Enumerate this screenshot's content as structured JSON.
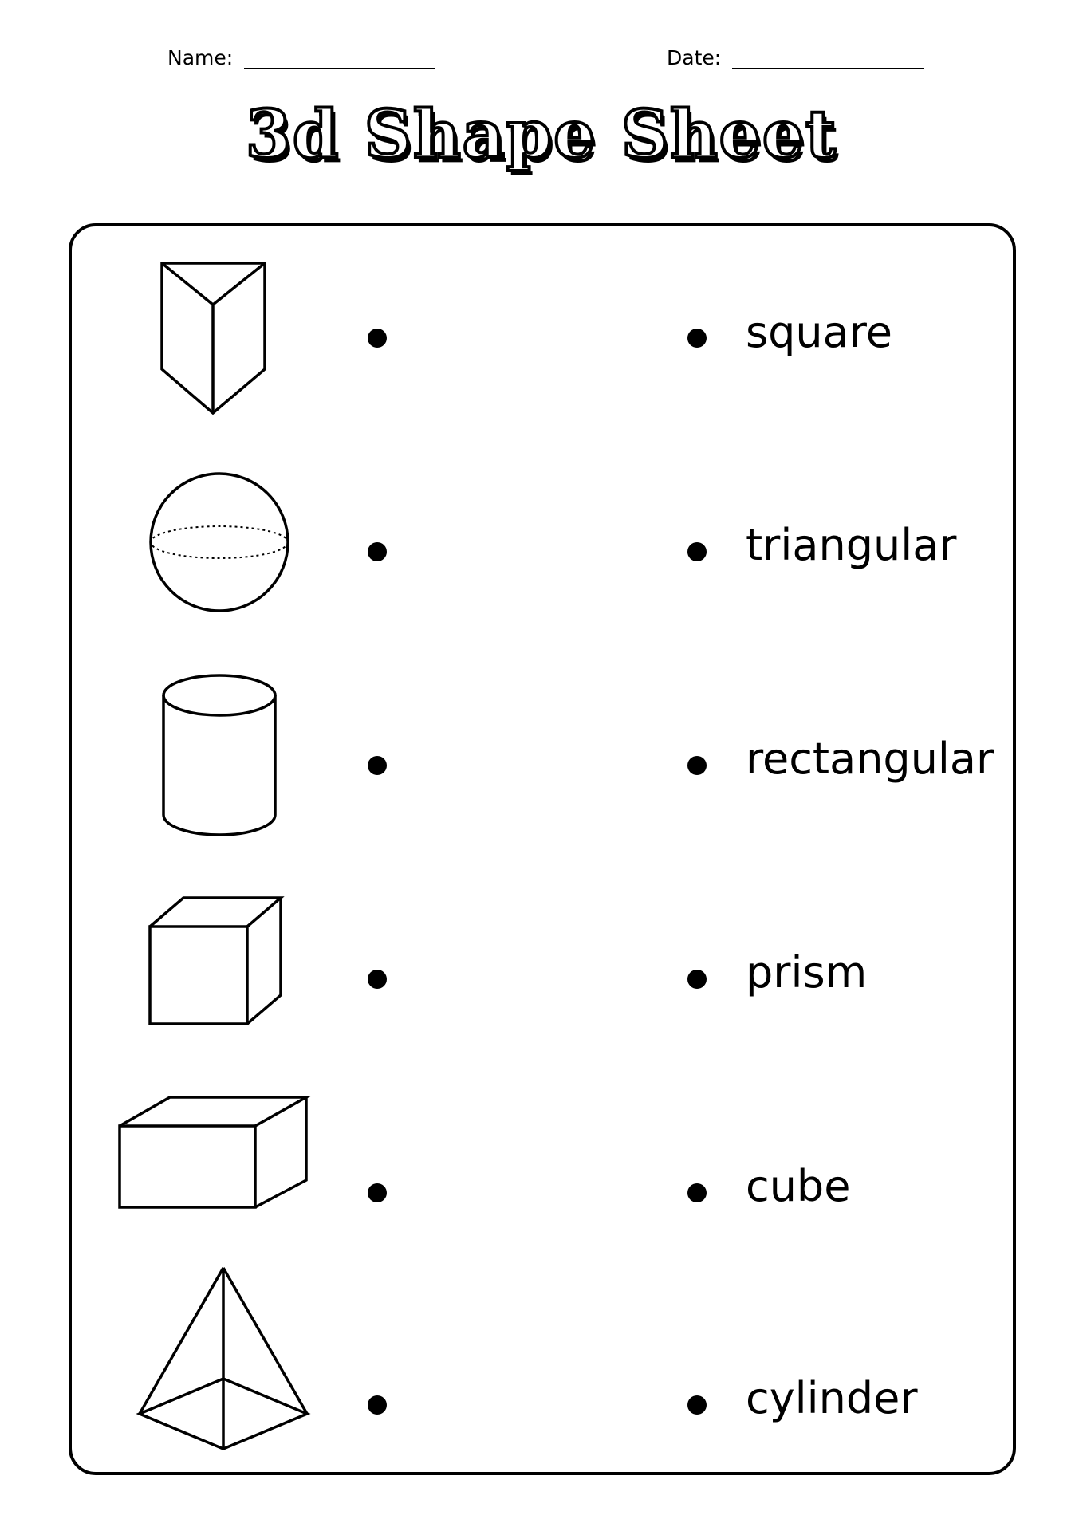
{
  "header": {
    "name_label": "Name:",
    "date_label": "Date:"
  },
  "title": "3d Shape Sheet",
  "rows": [
    {
      "shape_icon": "triangular-prism-icon",
      "word": "square"
    },
    {
      "shape_icon": "sphere-icon",
      "word": "triangular"
    },
    {
      "shape_icon": "cylinder-icon",
      "word": "rectangular"
    },
    {
      "shape_icon": "cube-icon",
      "word": "prism"
    },
    {
      "shape_icon": "rectangular-prism-icon",
      "word": "cube"
    },
    {
      "shape_icon": "square-pyramid-icon",
      "word": "cylinder"
    }
  ]
}
